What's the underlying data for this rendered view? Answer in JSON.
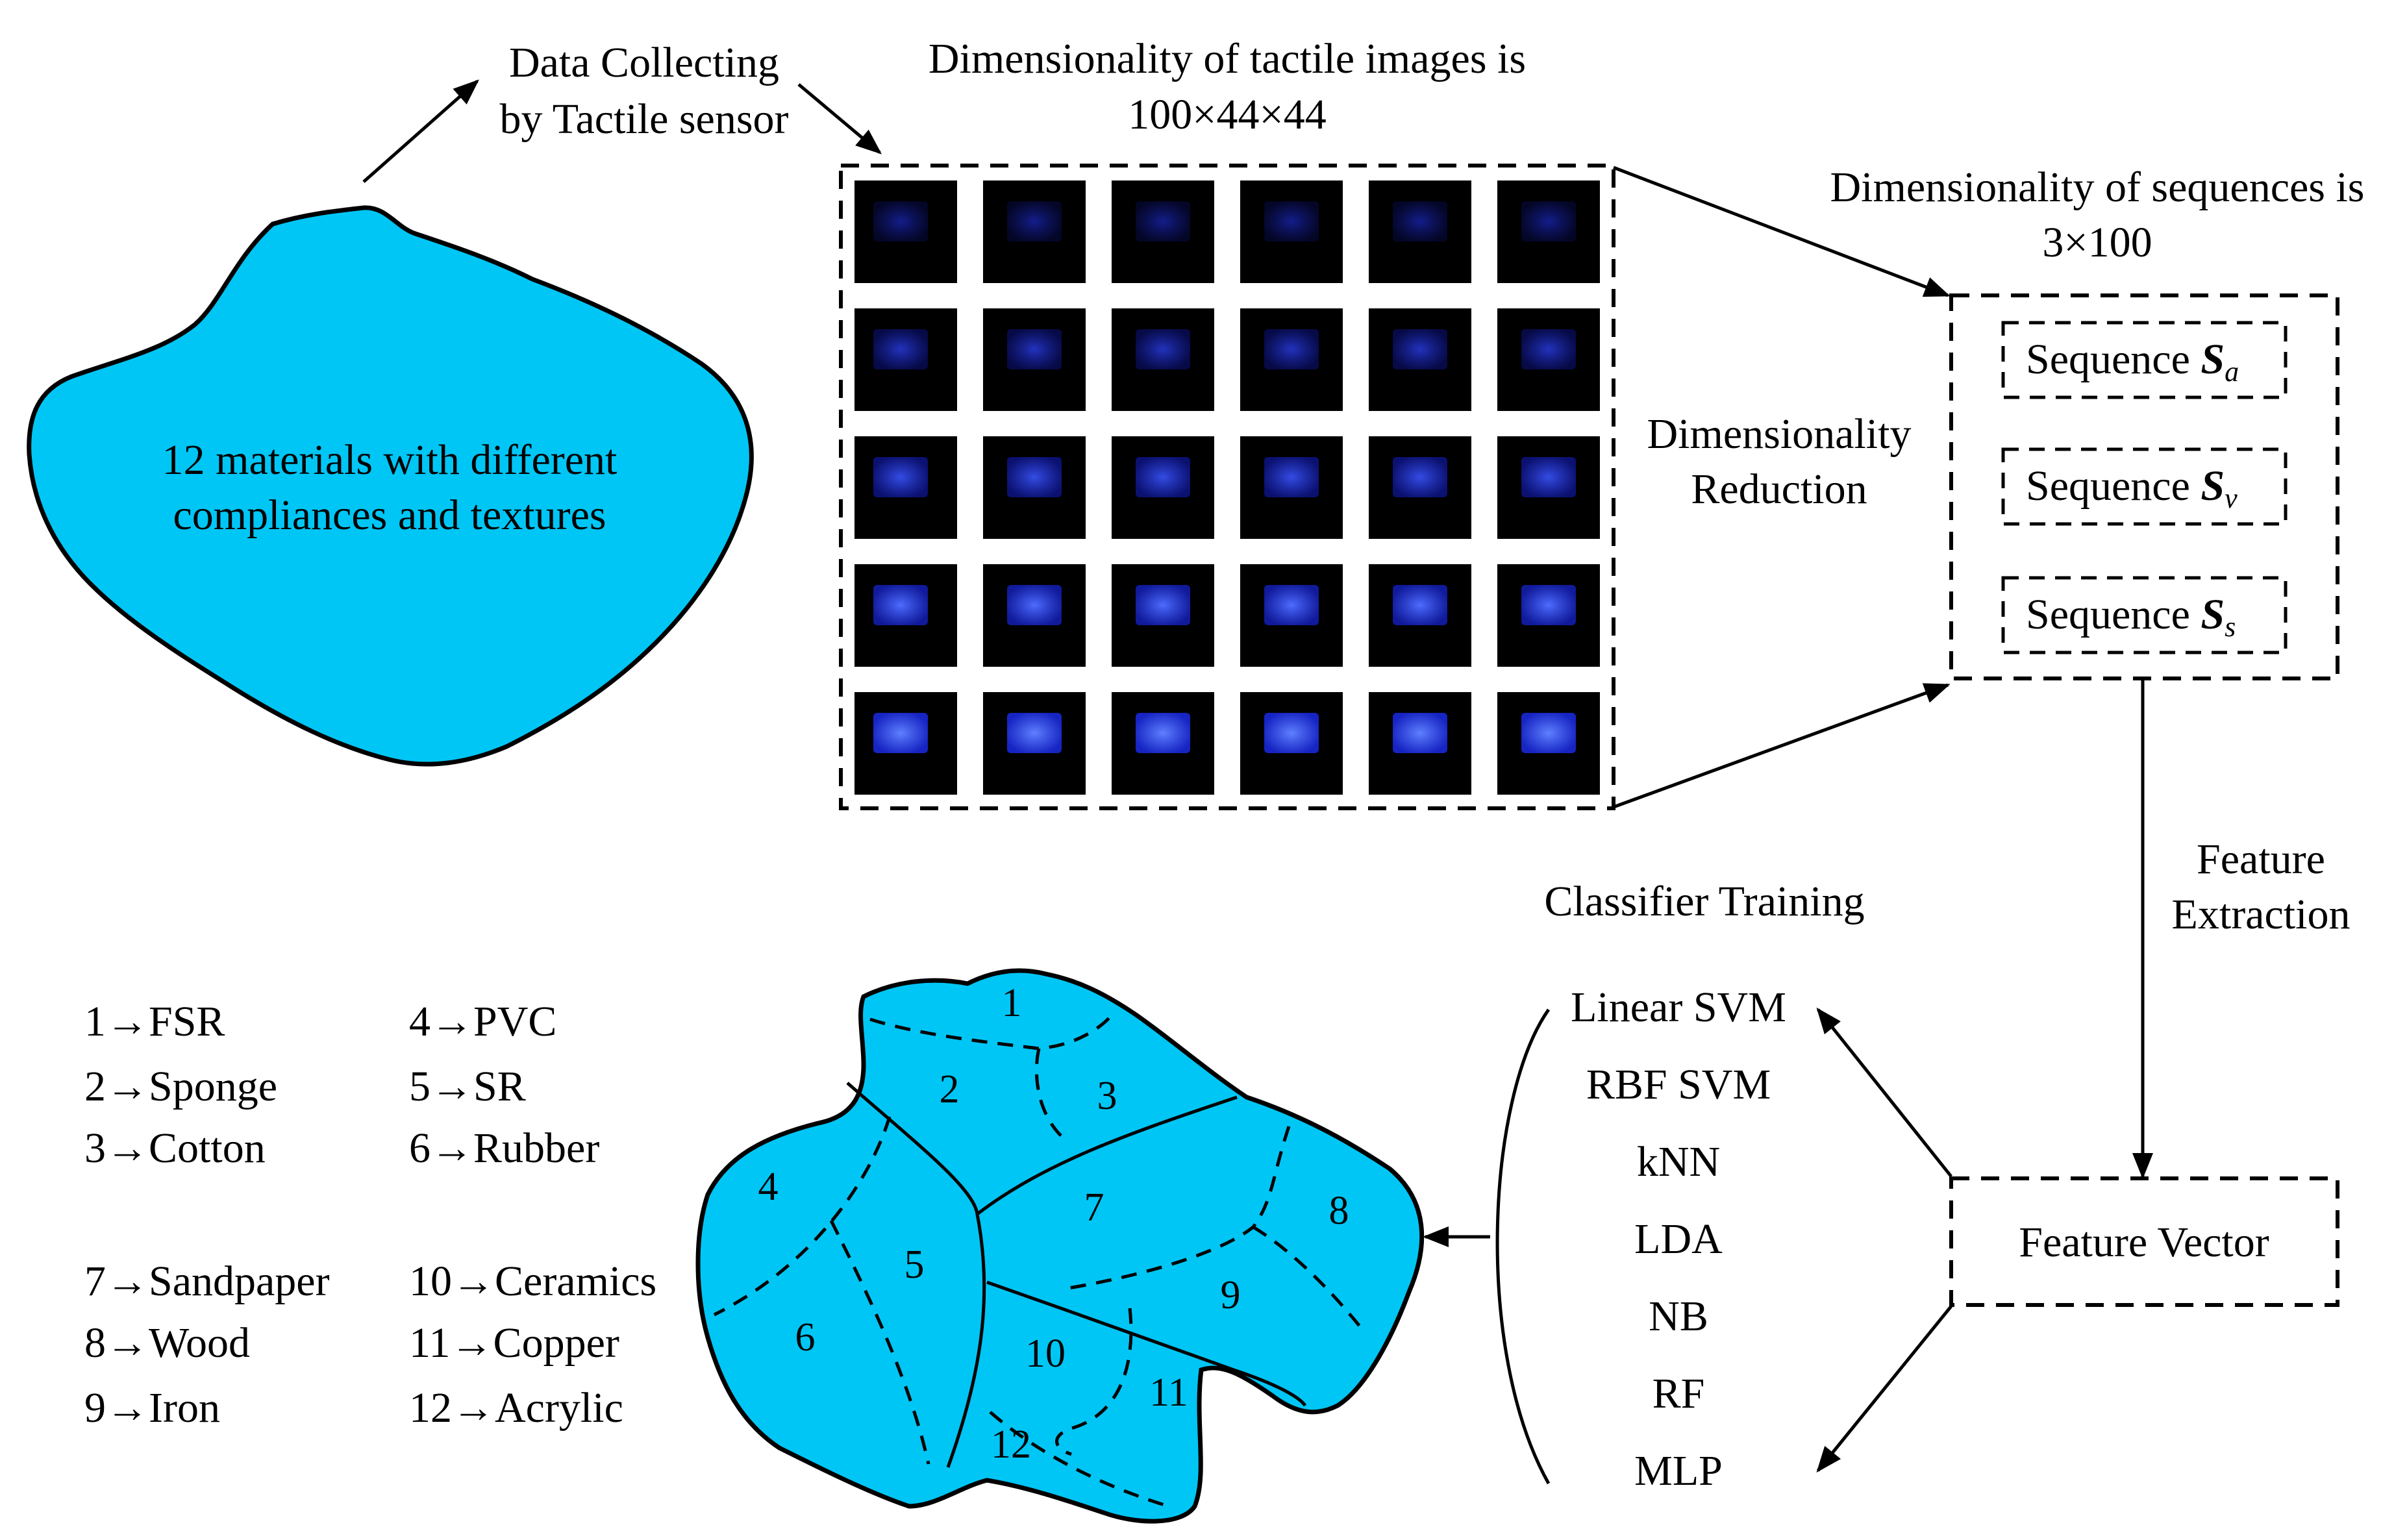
{
  "source_blob": {
    "label_line1": "12 materials with different",
    "label_line2": "compliances and textures"
  },
  "data_collecting": {
    "line1": "Data Collecting",
    "line2": "by Tactile sensor"
  },
  "tactile_images": {
    "title_line1": "Dimensionality of tactile images is",
    "title_line2": "100×44×44",
    "rows": 5,
    "cols": 6
  },
  "dimensionality_reduction": {
    "line1": "Dimensionality",
    "line2": "Reduction"
  },
  "sequences": {
    "title_line1": "Dimensionality of sequences is",
    "title_line2": "3×100",
    "items": [
      {
        "label": "Sequence ",
        "symbol": "S",
        "subscript": "a"
      },
      {
        "label": "Sequence ",
        "symbol": "S",
        "subscript": "v"
      },
      {
        "label": "Sequence ",
        "symbol": "S",
        "subscript": "s"
      }
    ]
  },
  "feature_extraction": {
    "line1": "Feature",
    "line2": "Extraction"
  },
  "feature_vector": {
    "label": "Feature Vector"
  },
  "classifier_training": {
    "title": "Classifier Training",
    "classifiers": [
      "Linear SVM",
      "RBF SVM",
      "kNN",
      "LDA",
      "NB",
      "RF",
      "MLP"
    ]
  },
  "legend": {
    "col1": [
      "1→FSR",
      "2→Sponge",
      "3→Cotton",
      "7→Sandpaper",
      "8→Wood",
      "9→Iron"
    ],
    "col2": [
      "4→PVC",
      "5→SR",
      "6→Rubber",
      "10→Ceramics",
      "11→Copper",
      "12→Acrylic"
    ]
  },
  "regions": [
    "1",
    "2",
    "3",
    "4",
    "5",
    "6",
    "7",
    "8",
    "9",
    "10",
    "11",
    "12"
  ],
  "colors": {
    "blob_fill": "#00c6f5",
    "tile_bg": "#000000",
    "tile_glow": "#1a2cff"
  }
}
